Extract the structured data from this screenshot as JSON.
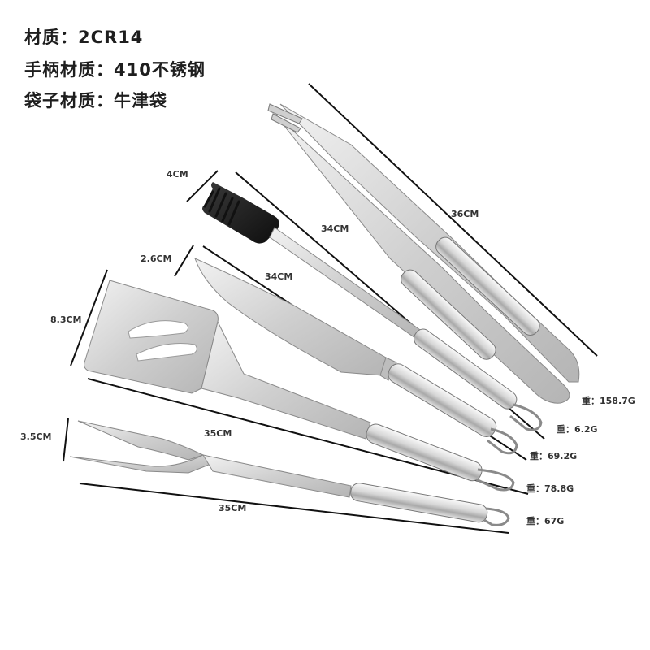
{
  "specs": {
    "material": "材质：2CR14",
    "handle_material": "手柄材质：410不锈钢",
    "bag_material": "袋子材质：牛津袋"
  },
  "dimensions": {
    "tongs_length": "36CM",
    "brush_width": "4CM",
    "brush_length": "34CM",
    "knife_width": "2.6CM",
    "knife_length": "34CM",
    "spatula_width": "8.3CM",
    "spatula_length": "35CM",
    "fork_width": "3.5CM",
    "fork_length": "35CM"
  },
  "weights": {
    "tongs": "重：158.7G",
    "brush": "重：6.2G",
    "knife": "重：69.2G",
    "spatula": "重：78.8G",
    "fork": "重：67G"
  },
  "colors": {
    "steel_light": "#e9e9e9",
    "steel_dark": "#9a9a9a",
    "silicone": "#1c1c1c",
    "dimension_line": "#111111"
  }
}
